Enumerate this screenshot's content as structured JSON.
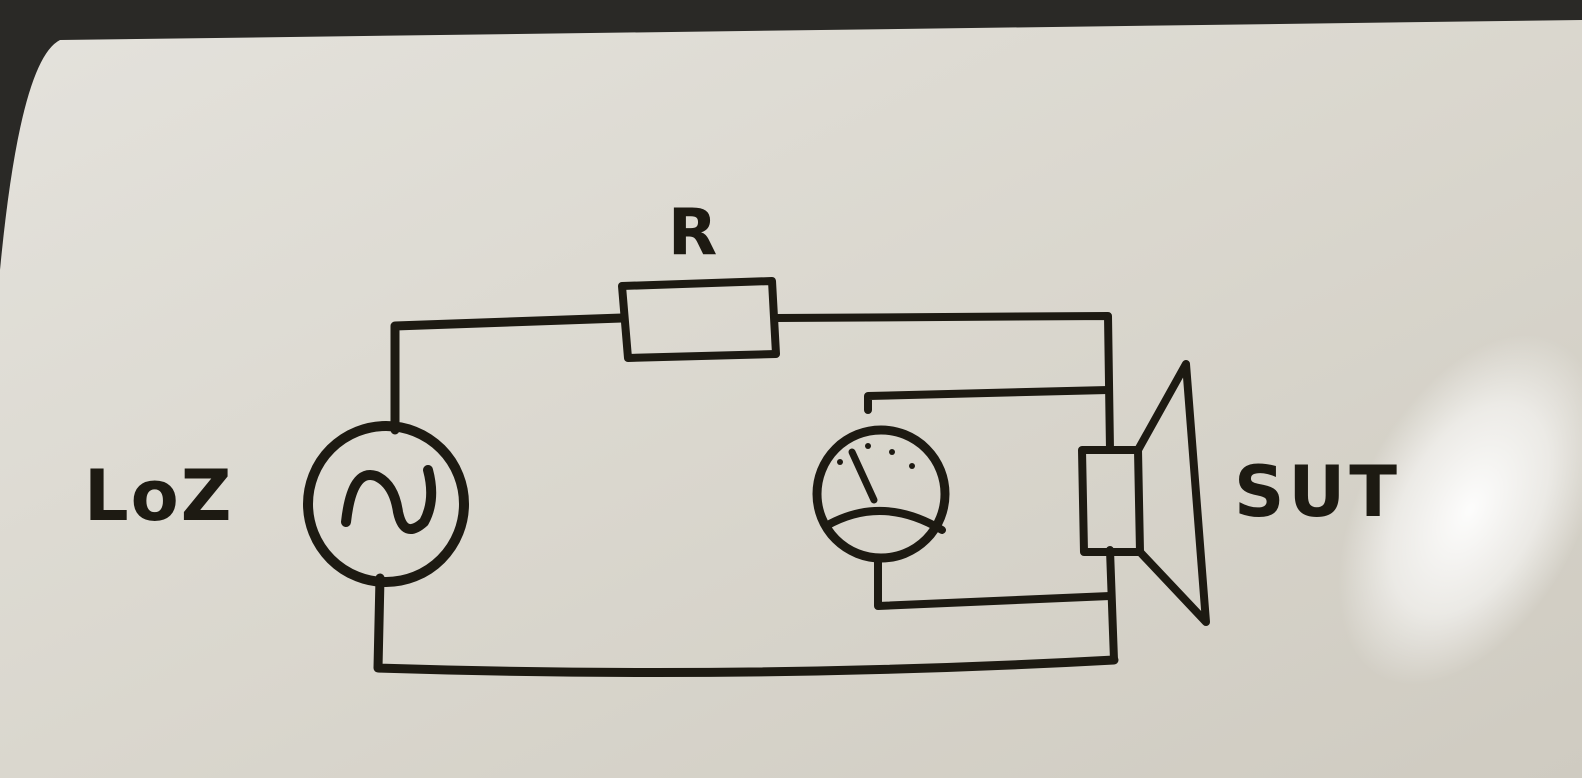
{
  "diagram": {
    "labels": {
      "resistor": "R",
      "source": "LoZ",
      "speaker": "SUT"
    },
    "colors": {
      "ink": "#1d1a12",
      "board": "#dedbd3"
    }
  }
}
